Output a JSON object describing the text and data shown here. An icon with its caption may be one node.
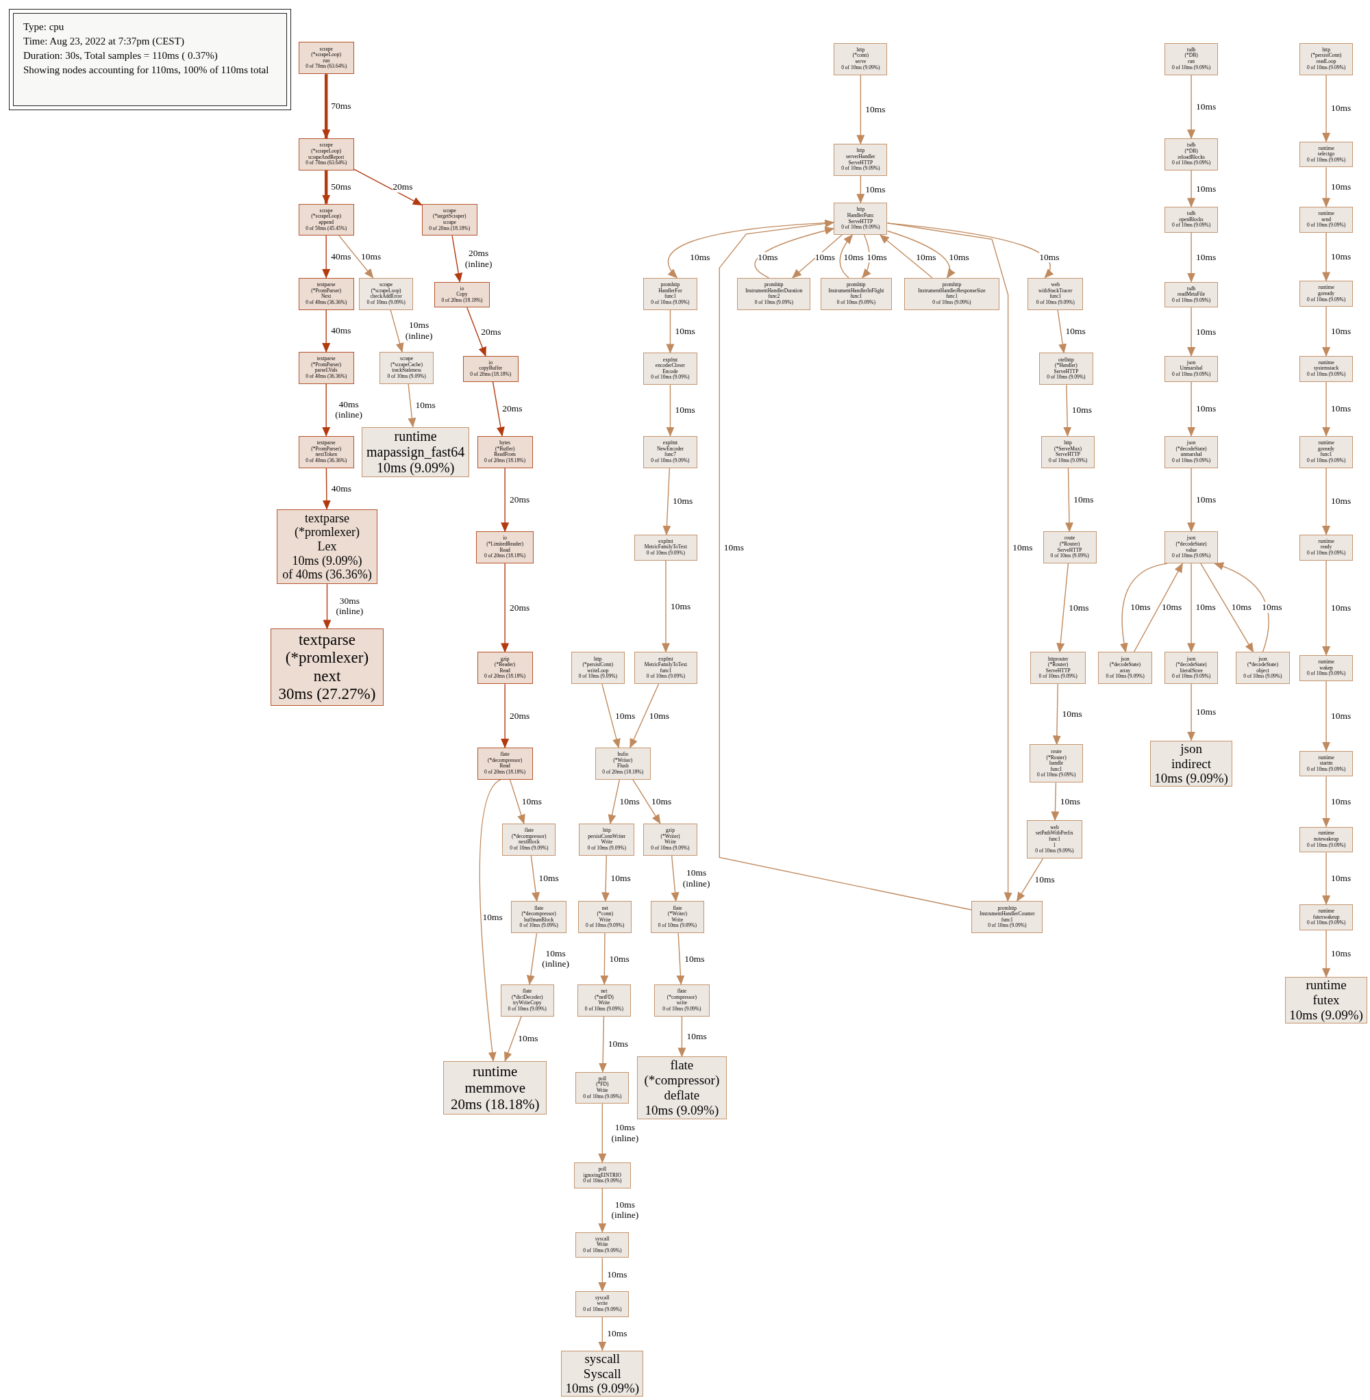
{
  "diagram": {
    "nodes": [
      {
        "text": [
          "Type: cpu",
          "Time: Aug 23, 2022 at 7:37pm (CEST)",
          "Duration: 30s, Total samples = 110ms ( 0.37%)",
          "Showing nodes accounting for 110ms, 100% of 110ms total"
        ]
      },
      {
        "text": [
          "scrape",
          "(*scrapeLoop)",
          "run",
          "0 of 70ms (63.64%)"
        ]
      },
      {
        "text": [
          "scrape",
          "(*scrapeLoop)",
          "scrapeAndReport",
          "0 of 70ms (63.64%)"
        ]
      },
      {
        "text": [
          "scrape",
          "(*scrapeLoop)",
          "append",
          "0 of 50ms (45.45%)"
        ]
      },
      {
        "text": [
          "scrape",
          "(*targetScraper)",
          "scrape",
          "0 of 20ms (18.18%)"
        ]
      },
      {
        "text": [
          "textparse",
          "(*PromParser)",
          "Next",
          "0 of 40ms (36.36%)"
        ]
      },
      {
        "text": [
          "scrape",
          "(*scrapeLoop)",
          "checkAddError",
          "0 of 10ms (9.09%)"
        ]
      },
      {
        "text": [
          "io",
          "Copy",
          "0 of 20ms (18.18%)"
        ]
      },
      {
        "text": [
          "textparse",
          "(*PromParser)",
          "parseLVals",
          "0 of 40ms (36.36%)"
        ]
      },
      {
        "text": [
          "scrape",
          "(*scrapeCache)",
          "trackStaleness",
          "0 of 10ms (9.09%)"
        ]
      },
      {
        "text": [
          "io",
          "copyBuffer",
          "0 of 20ms (18.18%)"
        ]
      },
      {
        "text": [
          "textparse",
          "(*PromParser)",
          "nextToken",
          "0 of 40ms (36.36%)"
        ]
      },
      {
        "text": [
          "runtime",
          "mapassign_fast64",
          "10ms (9.09%)"
        ]
      },
      {
        "text": [
          "bytes",
          "(*Buffer)",
          "ReadFrom",
          "0 of 20ms (18.18%)"
        ]
      },
      {
        "text": [
          "textparse",
          "(*promlexer)",
          "Lex",
          "10ms (9.09%)",
          "of 40ms (36.36%)"
        ]
      },
      {
        "text": [
          "io",
          "(*LimitedReader)",
          "Read",
          "0 of 20ms (18.18%)"
        ]
      },
      {
        "text": [
          "textparse",
          "(*promlexer)",
          "next",
          "30ms (27.27%)"
        ]
      },
      {
        "text": [
          "gzip",
          "(*Reader)",
          "Read",
          "0 of 20ms (18.18%)"
        ]
      },
      {
        "text": [
          "flate",
          "(*decompressor)",
          "Read",
          "0 of 20ms (18.18%)"
        ]
      },
      {
        "text": [
          "flate",
          "(*decompressor)",
          "nextBlock",
          "0 of 10ms (9.09%)"
        ]
      },
      {
        "text": [
          "flate",
          "(*decompressor)",
          "huffmanBlock",
          "0 of 10ms (9.09%)"
        ]
      },
      {
        "text": [
          "flate",
          "(*dictDecoder)",
          "tryWriteCopy",
          "0 of 10ms (9.09%)"
        ]
      },
      {
        "text": [
          "runtime",
          "memmove",
          "20ms (18.18%)"
        ]
      },
      {
        "text": [
          "http",
          "(*conn)",
          "serve",
          "0 of 10ms (9.09%)"
        ]
      },
      {
        "text": [
          "http",
          "serverHandler",
          "ServeHTTP",
          "0 of 10ms (9.09%)"
        ]
      },
      {
        "text": [
          "http",
          "HandlerFunc",
          "ServeHTTP",
          "0 of 10ms (9.09%)"
        ]
      },
      {
        "text": [
          "promhttp",
          "HandlerFor",
          "func1",
          "0 of 10ms (9.09%)"
        ]
      },
      {
        "text": [
          "promhttp",
          "InstrumentHandlerDuration",
          "func2",
          "0 of 10ms (9.09%)"
        ]
      },
      {
        "text": [
          "promhttp",
          "InstrumentHandlerInFlight",
          "func1",
          "0 of 10ms (9.09%)"
        ]
      },
      {
        "text": [
          "promhttp",
          "InstrumentHandlerResponseSize",
          "func1",
          "0 of 10ms (9.09%)"
        ]
      },
      {
        "text": [
          "web",
          "withStackTracer",
          "func1",
          "0 of 10ms (9.09%)"
        ]
      },
      {
        "text": [
          "expfmt",
          "encoderCloser",
          "Encode",
          "0 of 10ms (9.09%)"
        ]
      },
      {
        "text": [
          "otelhttp",
          "(*Handler)",
          "ServeHTTP",
          "0 of 10ms (9.09%)"
        ]
      },
      {
        "text": [
          "expfmt",
          "NewEncoder",
          "func7",
          "0 of 10ms (9.09%)"
        ]
      },
      {
        "text": [
          "http",
          "(*ServeMux)",
          "ServeHTTP",
          "0 of 10ms (9.09%)"
        ]
      },
      {
        "text": [
          "expfmt",
          "MetricFamilyToText",
          "0 of 10ms (9.09%)"
        ]
      },
      {
        "text": [
          "route",
          "(*Router)",
          "ServeHTTP",
          "0 of 10ms (9.09%)"
        ]
      },
      {
        "text": [
          "http",
          "(*persistConn)",
          "writeLoop",
          "0 of 10ms (9.09%)"
        ]
      },
      {
        "text": [
          "expfmt",
          "MetricFamilyToText",
          "func1",
          "0 of 10ms (9.09%)"
        ]
      },
      {
        "text": [
          "httprouter",
          "(*Router)",
          "ServeHTTP",
          "0 of 10ms (9.09%)"
        ]
      },
      {
        "text": [
          "bufio",
          "(*Writer)",
          "Flush",
          "0 of 20ms (18.18%)"
        ]
      },
      {
        "text": [
          "route",
          "(*Router)",
          "handle",
          "func1",
          "0 of 10ms (9.09%)"
        ]
      },
      {
        "text": [
          "http",
          "persistConnWriter",
          "Write",
          "0 of 10ms (9.09%)"
        ]
      },
      {
        "text": [
          "gzip",
          "(*Writer)",
          "Write",
          "0 of 10ms (9.09%)"
        ]
      },
      {
        "text": [
          "web",
          "setPathWithPrefix",
          "func1",
          "1",
          "0 of 10ms (9.09%)"
        ]
      },
      {
        "text": [
          "net",
          "(*conn)",
          "Write",
          "0 of 10ms (9.09%)"
        ]
      },
      {
        "text": [
          "flate",
          "(*Writer)",
          "Write",
          "0 of 10ms (9.09%)"
        ]
      },
      {
        "text": [
          "promhttp",
          "InstrumentHandlerCounter",
          "func1",
          "0 of 10ms (9.09%)"
        ]
      },
      {
        "text": [
          "net",
          "(*netFD)",
          "Write",
          "0 of 10ms (9.09%)"
        ]
      },
      {
        "text": [
          "flate",
          "(*compressor)",
          "write",
          "0 of 10ms (9.09%)"
        ]
      },
      {
        "text": [
          "poll",
          "(*FD)",
          "Write",
          "0 of 10ms (9.09%)"
        ]
      },
      {
        "text": [
          "flate",
          "(*compressor)",
          "deflate",
          "10ms (9.09%)"
        ]
      },
      {
        "text": [
          "poll",
          "ignoringEINTRIO",
          "0 of 10ms (9.09%)"
        ]
      },
      {
        "text": [
          "syscall",
          "Write",
          "0 of 10ms (9.09%)"
        ]
      },
      {
        "text": [
          "syscall",
          "write",
          "0 of 10ms (9.09%)"
        ]
      },
      {
        "text": [
          "syscall",
          "Syscall",
          "10ms (9.09%)"
        ]
      },
      {
        "text": [
          "tsdb",
          "(*DB)",
          "run",
          "0 of 10ms (9.09%)"
        ]
      },
      {
        "text": [
          "tsdb",
          "(*DB)",
          "reloadBlocks",
          "0 of 10ms (9.09%)"
        ]
      },
      {
        "text": [
          "tsdb",
          "openBlocks",
          "0 of 10ms (9.09%)"
        ]
      },
      {
        "text": [
          "tsdb",
          "readMetaFile",
          "0 of 10ms (9.09%)"
        ]
      },
      {
        "text": [
          "json",
          "Unmarshal",
          "0 of 10ms (9.09%)"
        ]
      },
      {
        "text": [
          "json",
          "(*decodeState)",
          "unmarshal",
          "0 of 10ms (9.09%)"
        ]
      },
      {
        "text": [
          "json",
          "(*decodeState)",
          "value",
          "0 of 10ms (9.09%)"
        ]
      },
      {
        "text": [
          "json",
          "(*decodeState)",
          "array",
          "0 of 10ms (9.09%)"
        ]
      },
      {
        "text": [
          "json",
          "(*decodeState)",
          "literalStore",
          "0 of 10ms (9.09%)"
        ]
      },
      {
        "text": [
          "json",
          "(*decodeState)",
          "object",
          "0 of 10ms (9.09%)"
        ]
      },
      {
        "text": [
          "json",
          "indirect",
          "10ms (9.09%)"
        ]
      },
      {
        "text": [
          "http",
          "(*persistConn)",
          "readLoop",
          "0 of 10ms (9.09%)"
        ]
      },
      {
        "text": [
          "runtime",
          "selectgo",
          "0 of 10ms (9.09%)"
        ]
      },
      {
        "text": [
          "runtime",
          "send",
          "0 of 10ms (9.09%)"
        ]
      },
      {
        "text": [
          "runtime",
          "goready",
          "0 of 10ms (9.09%)"
        ]
      },
      {
        "text": [
          "runtime",
          "systemstack",
          "0 of 10ms (9.09%)"
        ]
      },
      {
        "text": [
          "runtime",
          "goready",
          "func1",
          "0 of 10ms (9.09%)"
        ]
      },
      {
        "text": [
          "runtime",
          "ready",
          "0 of 10ms (9.09%)"
        ]
      },
      {
        "text": [
          "runtime",
          "wakep",
          "0 of 10ms (9.09%)"
        ]
      },
      {
        "text": [
          "runtime",
          "startm",
          "0 of 10ms (9.09%)"
        ]
      },
      {
        "text": [
          "runtime",
          "notewakeup",
          "0 of 10ms (9.09%)"
        ]
      },
      {
        "text": [
          "runtime",
          "futexwakeup",
          "0 of 10ms (9.09%)"
        ]
      },
      {
        "text": [
          "runtime",
          "futex",
          "10ms (9.09%)"
        ]
      }
    ],
    "edges": [
      {
        "from": 1,
        "to": 2,
        "arrow": "to",
        "label": "70ms",
        "style": "thick",
        "color": "#b23a0e"
      },
      {
        "from": 2,
        "to": 3,
        "arrow": "to",
        "label": "50ms",
        "style": "thick",
        "color": "#b23a0e"
      },
      {
        "from": 2,
        "to": 4,
        "arrow": "to",
        "label": "20ms",
        "color": "#b23a0e"
      },
      {
        "from": 3,
        "to": 5,
        "arrow": "to",
        "label": "40ms",
        "color": "#b23a0e"
      },
      {
        "from": 3,
        "to": 6,
        "arrow": "to",
        "label": "10ms"
      },
      {
        "from": 4,
        "to": 7,
        "arrow": "to",
        "label": "20ms (inline)",
        "color": "#b23a0e"
      },
      {
        "from": 5,
        "to": 8,
        "arrow": "to",
        "label": "40ms",
        "color": "#b23a0e"
      },
      {
        "from": 6,
        "to": 9,
        "arrow": "to",
        "label": "10ms (inline)"
      },
      {
        "from": 7,
        "to": 10,
        "arrow": "to",
        "label": "20ms",
        "color": "#b23a0e"
      },
      {
        "from": 8,
        "to": 11,
        "arrow": "to",
        "label": "40ms (inline)",
        "color": "#b23a0e"
      },
      {
        "from": 9,
        "to": 12,
        "arrow": "to",
        "label": "10ms"
      },
      {
        "from": 10,
        "to": 13,
        "arrow": "to",
        "label": "20ms",
        "color": "#b23a0e"
      },
      {
        "from": 11,
        "to": 14,
        "arrow": "to",
        "label": "40ms",
        "color": "#b23a0e"
      },
      {
        "from": 13,
        "to": 15,
        "arrow": "to",
        "label": "20ms",
        "color": "#b23a0e"
      },
      {
        "from": 14,
        "to": 16,
        "arrow": "to",
        "label": "30ms (inline)",
        "color": "#b23a0e"
      },
      {
        "from": 15,
        "to": 17,
        "arrow": "to",
        "label": "20ms",
        "color": "#b23a0e"
      },
      {
        "from": 17,
        "to": 18,
        "arrow": "to",
        "label": "20ms",
        "color": "#b23a0e"
      },
      {
        "from": 18,
        "to": 19,
        "arrow": "to",
        "label": "10ms"
      },
      {
        "from": 18,
        "to": 22,
        "arrow": "to",
        "label": "10ms"
      },
      {
        "from": 19,
        "to": 20,
        "arrow": "to",
        "label": "10ms"
      },
      {
        "from": 20,
        "to": 21,
        "arrow": "to",
        "label": "10ms (inline)"
      },
      {
        "from": 21,
        "to": 22,
        "arrow": "to",
        "label": "10ms"
      },
      {
        "from": 23,
        "to": 24,
        "arrow": "to",
        "label": "10ms"
      },
      {
        "from": 24,
        "to": 25,
        "arrow": "to",
        "label": "10ms"
      },
      {
        "from": 25,
        "to": 26,
        "arrow": "to",
        "label": "10ms"
      },
      {
        "from": 25,
        "to": 27,
        "arrow": "to",
        "label": "10ms"
      },
      {
        "from": 27,
        "to": 25,
        "arrow": "to",
        "label": "10ms"
      },
      {
        "from": 25,
        "to": 28,
        "arrow": "to",
        "label": "10ms"
      },
      {
        "from": 28,
        "to": 25,
        "arrow": "to",
        "label": "10ms"
      },
      {
        "from": 25,
        "to": 29,
        "arrow": "to",
        "label": "10ms"
      },
      {
        "from": 29,
        "to": 25,
        "arrow": "to",
        "label": "10ms"
      },
      {
        "from": 25,
        "to": 30,
        "arrow": "to",
        "label": "10ms"
      },
      {
        "from": 25,
        "to": 47,
        "arrow": "to",
        "label": "10ms"
      },
      {
        "from": 47,
        "to": 25,
        "arrow": "to",
        "label": "10ms"
      },
      {
        "from": 26,
        "to": 31,
        "arrow": "to",
        "label": "10ms"
      },
      {
        "from": 31,
        "to": 33,
        "arrow": "to",
        "label": "10ms"
      },
      {
        "from": 33,
        "to": 35,
        "arrow": "to",
        "label": "10ms"
      },
      {
        "from": 35,
        "to": 38,
        "arrow": "to",
        "label": "10ms"
      },
      {
        "from": 37,
        "to": 40,
        "arrow": "to",
        "label": "10ms"
      },
      {
        "from": 38,
        "to": 40,
        "arrow": "to",
        "label": "10ms"
      },
      {
        "from": 40,
        "to": 42,
        "arrow": "to",
        "label": "10ms"
      },
      {
        "from": 40,
        "to": 43,
        "arrow": "to",
        "label": "10ms"
      },
      {
        "from": 42,
        "to": 45,
        "arrow": "to",
        "label": "10ms"
      },
      {
        "from": 43,
        "to": 46,
        "arrow": "to",
        "label": "10ms (inline)"
      },
      {
        "from": 45,
        "to": 48,
        "arrow": "to",
        "label": "10ms"
      },
      {
        "from": 46,
        "to": 49,
        "arrow": "to",
        "label": "10ms"
      },
      {
        "from": 48,
        "to": 50,
        "arrow": "to",
        "label": "10ms"
      },
      {
        "from": 49,
        "to": 51,
        "arrow": "to",
        "label": "10ms"
      },
      {
        "from": 50,
        "to": 52,
        "arrow": "to",
        "label": "10ms (inline)"
      },
      {
        "from": 52,
        "to": 53,
        "arrow": "to",
        "label": "10ms (inline)"
      },
      {
        "from": 53,
        "to": 54,
        "arrow": "to",
        "label": "10ms"
      },
      {
        "from": 54,
        "to": 55,
        "arrow": "to",
        "label": "10ms"
      },
      {
        "from": 30,
        "to": 32,
        "arrow": "to",
        "label": "10ms"
      },
      {
        "from": 32,
        "to": 34,
        "arrow": "to",
        "label": "10ms"
      },
      {
        "from": 34,
        "to": 36,
        "arrow": "to",
        "label": "10ms"
      },
      {
        "from": 36,
        "to": 39,
        "arrow": "to",
        "label": "10ms"
      },
      {
        "from": 39,
        "to": 41,
        "arrow": "to",
        "label": "10ms"
      },
      {
        "from": 41,
        "to": 44,
        "arrow": "to",
        "label": "10ms"
      },
      {
        "from": 44,
        "to": 47,
        "arrow": "to",
        "label": "10ms"
      },
      {
        "from": 56,
        "to": 57,
        "arrow": "to",
        "label": "10ms"
      },
      {
        "from": 57,
        "to": 58,
        "arrow": "to",
        "label": "10ms"
      },
      {
        "from": 58,
        "to": 59,
        "arrow": "to",
        "label": "10ms"
      },
      {
        "from": 59,
        "to": 60,
        "arrow": "to",
        "label": "10ms"
      },
      {
        "from": 60,
        "to": 61,
        "arrow": "to",
        "label": "10ms"
      },
      {
        "from": 61,
        "to": 62,
        "arrow": "to",
        "label": "10ms"
      },
      {
        "from": 62,
        "to": 63,
        "arrow": "to",
        "label": "10ms"
      },
      {
        "from": 63,
        "to": 62,
        "arrow": "to",
        "label": "10ms"
      },
      {
        "from": 62,
        "to": 64,
        "arrow": "to",
        "label": "10ms"
      },
      {
        "from": 62,
        "to": 65,
        "arrow": "to",
        "label": "10ms"
      },
      {
        "from": 65,
        "to": 62,
        "arrow": "to",
        "label": "10ms"
      },
      {
        "from": 64,
        "to": 66,
        "arrow": "to",
        "label": "10ms"
      },
      {
        "from": 67,
        "to": 68,
        "arrow": "to",
        "label": "10ms"
      },
      {
        "from": 68,
        "to": 69,
        "arrow": "to",
        "label": "10ms"
      },
      {
        "from": 69,
        "to": 70,
        "arrow": "to",
        "label": "10ms"
      },
      {
        "from": 70,
        "to": 71,
        "arrow": "to",
        "label": "10ms"
      },
      {
        "from": 71,
        "to": 72,
        "arrow": "to",
        "label": "10ms"
      },
      {
        "from": 72,
        "to": 73,
        "arrow": "to",
        "label": "10ms"
      },
      {
        "from": 73,
        "to": 74,
        "arrow": "to",
        "label": "10ms"
      },
      {
        "from": 74,
        "to": 75,
        "arrow": "to",
        "label": "10ms"
      },
      {
        "from": 75,
        "to": 76,
        "arrow": "to",
        "label": "10ms"
      },
      {
        "from": 76,
        "to": 77,
        "arrow": "to",
        "label": "10ms"
      },
      {
        "from": 77,
        "to": 78,
        "arrow": "to",
        "label": "10ms"
      }
    ]
  }
}
